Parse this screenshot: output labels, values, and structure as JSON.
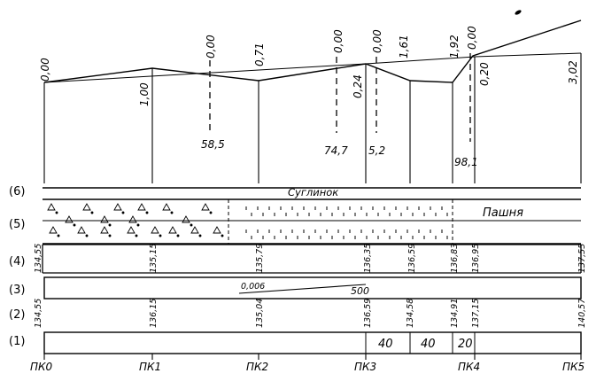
{
  "rows": {
    "r6": "(6)",
    "r5": "(5)",
    "r4": "(4)",
    "r3": "(3)",
    "r2": "(2)",
    "r1": "(1)"
  },
  "soil_label": "Суглинок",
  "land_label": "Пашня",
  "profile": {
    "top_numbers": [
      {
        "id": "n000a",
        "text": "0,00"
      },
      {
        "id": "n100",
        "text": "1,00"
      },
      {
        "id": "n000b",
        "text": "0,00"
      },
      {
        "id": "n071",
        "text": "0,71"
      },
      {
        "id": "n000c",
        "text": "0,00"
      },
      {
        "id": "n024",
        "text": "0,24"
      },
      {
        "id": "n000d",
        "text": "0,00"
      },
      {
        "id": "n161",
        "text": "1,61"
      },
      {
        "id": "n192",
        "text": "1,92"
      },
      {
        "id": "n000e",
        "text": "0,00"
      },
      {
        "id": "n020",
        "text": "0,20"
      },
      {
        "id": "n302",
        "text": "3,02"
      }
    ],
    "distances": [
      {
        "id": "d585",
        "text": "58,5"
      },
      {
        "id": "d747",
        "text": "74,7"
      },
      {
        "id": "d52",
        "text": "5,2"
      },
      {
        "id": "d981",
        "text": "98,1"
      }
    ]
  },
  "row4_values": [
    "134,55",
    "135,15",
    "135,79",
    "136,35",
    "136,59",
    "136,83",
    "136,95",
    "137,55"
  ],
  "row3_values": {
    "slope": "0,006",
    "length": "500"
  },
  "row2_values": [
    "134,55",
    "136,15",
    "135,04",
    "136,59",
    "134,58",
    "134,91",
    "137,15",
    "140,57"
  ],
  "row1_values": [
    "40",
    "40",
    "20"
  ],
  "pickets": [
    "ПК0",
    "ПК1",
    "ПК2",
    "ПК3",
    "ПК4",
    "ПК5"
  ]
}
